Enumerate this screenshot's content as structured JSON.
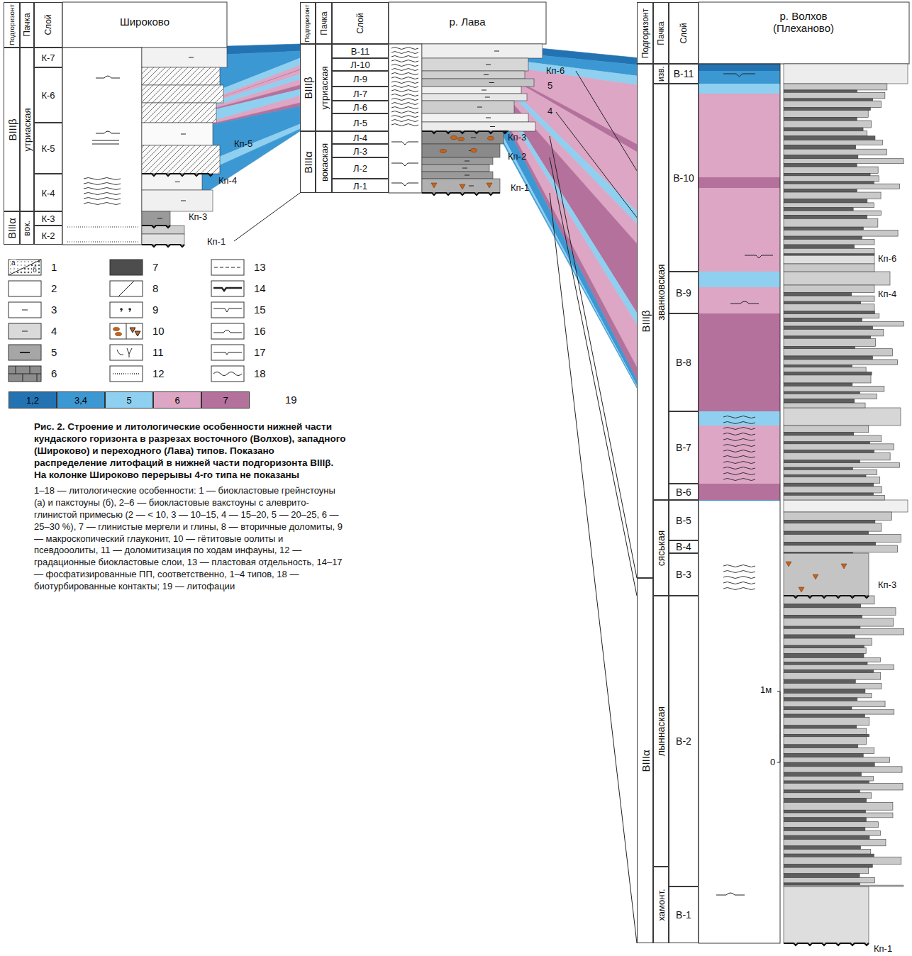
{
  "diagram": {
    "caption": "Рис. 2. Строение и литологические особенности нижней части кундаского горизонта в разрезах восточного (Волхов), западного (Широково) и переходного (Лава) типов. Показано распределение литофаций в нижней части подгоризонта ВIIIβ. На колонке Широково перерывы 4-го типа не показаны",
    "nodes": [
      {
        "text": [
          "Подгоризонт"
        ]
      },
      {
        "text": [
          "Пачка"
        ]
      },
      {
        "text": [
          "Слой"
        ]
      },
      {
        "text": [
          "ВIIIβ"
        ]
      },
      {
        "text": [
          "утриаская"
        ]
      },
      {
        "text": [
          "К-7"
        ]
      },
      {
        "text": [
          "К-6"
        ]
      },
      {
        "text": [
          "К-5"
        ]
      },
      {
        "text": [
          "К-4"
        ]
      },
      {
        "text": [
          "ВIIIα"
        ]
      },
      {
        "text": [
          "вок."
        ]
      },
      {
        "text": [
          "К-3"
        ]
      },
      {
        "text": [
          "К-2"
        ]
      },
      {
        "text": [
          "Подгоризонт"
        ]
      },
      {
        "text": [
          "Пачка"
        ]
      },
      {
        "text": [
          "Слой"
        ]
      },
      {
        "text": [
          "ВIIIβ"
        ]
      },
      {
        "text": [
          "утриаская"
        ]
      },
      {
        "text": [
          "В-11"
        ]
      },
      {
        "text": [
          "Л-10"
        ]
      },
      {
        "text": [
          "Л-9"
        ]
      },
      {
        "text": [
          "Л-7"
        ]
      },
      {
        "text": [
          "Л-6"
        ]
      },
      {
        "text": [
          "Л-5"
        ]
      },
      {
        "text": [
          "ВIIIα"
        ]
      },
      {
        "text": [
          "вокаская"
        ]
      },
      {
        "text": [
          "Л-4"
        ]
      },
      {
        "text": [
          "Л-3"
        ]
      },
      {
        "text": [
          "Л-2"
        ]
      },
      {
        "text": [
          "Л-1"
        ]
      },
      {
        "text": [
          "Подгоризонт"
        ]
      },
      {
        "text": [
          "Пачка"
        ]
      },
      {
        "text": [
          "Слой"
        ]
      },
      {
        "text": [
          "ВIIIβ"
        ]
      },
      {
        "text": [
          "изв."
        ]
      },
      {
        "text": [
          "В-11"
        ]
      },
      {
        "text": [
          "званковская"
        ]
      },
      {
        "text": [
          "В-10"
        ]
      },
      {
        "text": [
          "В-9"
        ]
      },
      {
        "text": [
          "В-8"
        ]
      },
      {
        "text": [
          "В-7"
        ]
      },
      {
        "text": [
          "В-6"
        ]
      },
      {
        "text": [
          "сяськая"
        ]
      },
      {
        "text": [
          "В-5"
        ]
      },
      {
        "text": [
          "В-4"
        ]
      },
      {
        "text": [
          "В-3"
        ]
      },
      {
        "text": [
          "ВIIIα"
        ]
      },
      {
        "text": [
          "лыннаская"
        ]
      },
      {
        "text": [
          "В-2"
        ]
      },
      {
        "text": [
          "хамонт."
        ]
      },
      {
        "text": [
          "В-1"
        ]
      }
    ],
    "labels": [
      "Широково",
      "р. Лава",
      "р. Волхов (Плеханово)",
      "Кп-5",
      "Кп-4",
      "Кп-3",
      "Кп-1",
      "Кп-6",
      "5",
      "4",
      "Кп-3",
      "Кп-2",
      "Кп-1",
      "Кп-6",
      "Кп-4",
      "Кп-3",
      "Кп-1",
      "1м",
      "0",
      "а",
      "б",
      "19",
      "1–18 — литологические особенности: 1 — биокластовые грейнстоуны (а) и пакстоуны (б), 2–6 — биокластовые вакстоуны с алеврито-глинистой примесью (2 — < 10, 3 — 10–15, 4 — 15–20, 5 — 20–25, 6 — 25–30 %), 7 — глинистые мергели и глины, 8 — вторичные доломиты, 9 — макроскопический глауконит, 10 — гётитовые оолиты и псевдооолиты, 11 — доломитизация по ходам инфауны, 12 — градационные биокластовые слои, 13 — пластовая отдельность, 14–17 — фосфатизированные ПП, соответственно, 1–4 типов, 18 — биотурбированные контакты; 19 — литофации"
    ],
    "legend": [
      {
        "text": "1"
      },
      {
        "text": "2"
      },
      {
        "text": "3"
      },
      {
        "text": "4"
      },
      {
        "text": "5"
      },
      {
        "text": "6"
      },
      {
        "text": "7"
      },
      {
        "text": "8"
      },
      {
        "text": "9"
      },
      {
        "text": "10"
      },
      {
        "text": "11"
      },
      {
        "text": "12"
      },
      {
        "text": "13"
      },
      {
        "text": "14"
      },
      {
        "text": "15"
      },
      {
        "text": "16"
      },
      {
        "text": "17"
      },
      {
        "text": "18"
      },
      {
        "text": "1,2",
        "color": "#2373b3"
      },
      {
        "text": "3,4",
        "color": "#3c98d3"
      },
      {
        "text": "5",
        "color": "#8fd0f0"
      },
      {
        "text": "6",
        "color": "#dca6c4"
      },
      {
        "text": "7",
        "color": "#b4719b"
      }
    ]
  }
}
